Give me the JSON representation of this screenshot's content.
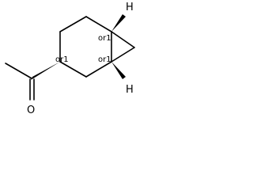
{
  "molecule": {
    "atoms": {
      "h_top": "H",
      "h_bottom": "H",
      "oxygen": "O"
    },
    "stereo_labels": {
      "c1": "or1",
      "c3": "or1",
      "c6": "or1"
    }
  },
  "colors": {
    "bond": "#000000",
    "text": "#000000",
    "background": "#ffffff"
  }
}
